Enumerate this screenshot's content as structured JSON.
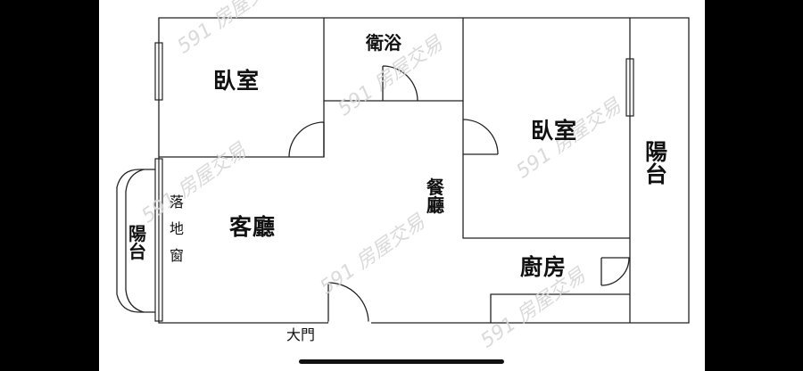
{
  "rooms": {
    "bedroom_left": "臥室",
    "bathroom": "衛浴",
    "bedroom_right": "臥室",
    "balcony_right": "陽台",
    "dining": "餐廳",
    "living": "客廳",
    "balcony_left": "陽台",
    "french_window": "落地窗",
    "kitchen": "廚房",
    "main_door": "大門"
  },
  "watermark": {
    "brand_number": "591",
    "brand_text": "房屋交易"
  }
}
